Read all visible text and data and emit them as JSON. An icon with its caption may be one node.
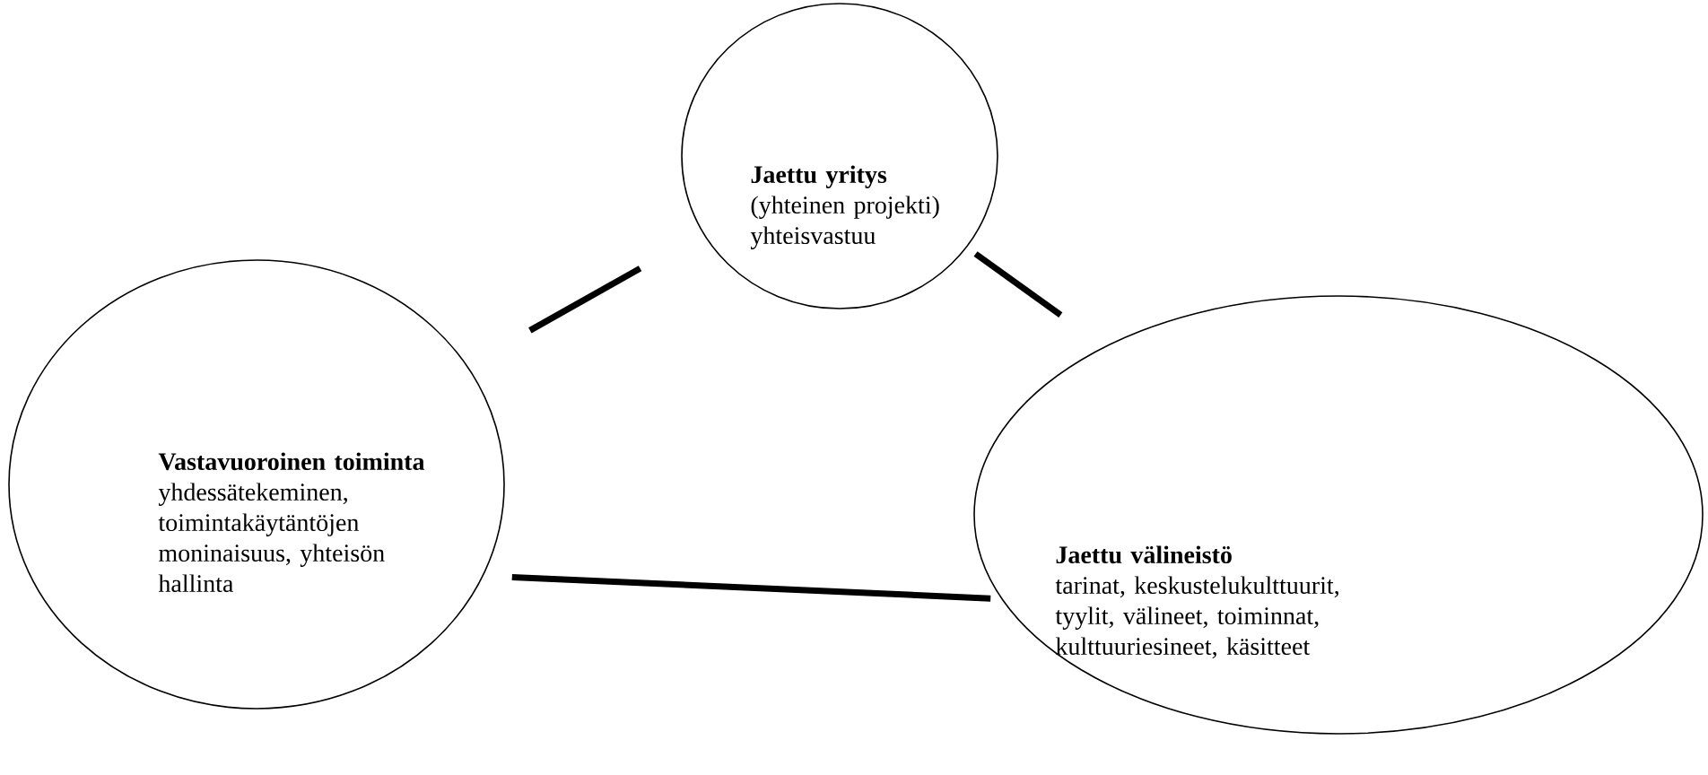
{
  "diagram": {
    "nodes": [
      {
        "text": [
          "Jaettu yritys",
          "(yhteinen projekti) yhteisvastuu"
        ]
      },
      {
        "text": [
          "Vastavuoroinen toiminta",
          "yhdessätekeminen, toimintakäytäntöjen moninaisuus, yhteisön hallinta"
        ]
      },
      {
        "text": [
          "Jaettu välineistö",
          "tarinat, keskustelukulttuurit, tyylit, välineet, toiminnat, kulttuuriesineet, käsitteet"
        ]
      }
    ],
    "edges": [
      {
        "from": 1,
        "to": 0,
        "arrow": "none"
      },
      {
        "from": 0,
        "to": 2,
        "arrow": "none"
      },
      {
        "from": 1,
        "to": 2,
        "arrow": "none"
      }
    ]
  }
}
